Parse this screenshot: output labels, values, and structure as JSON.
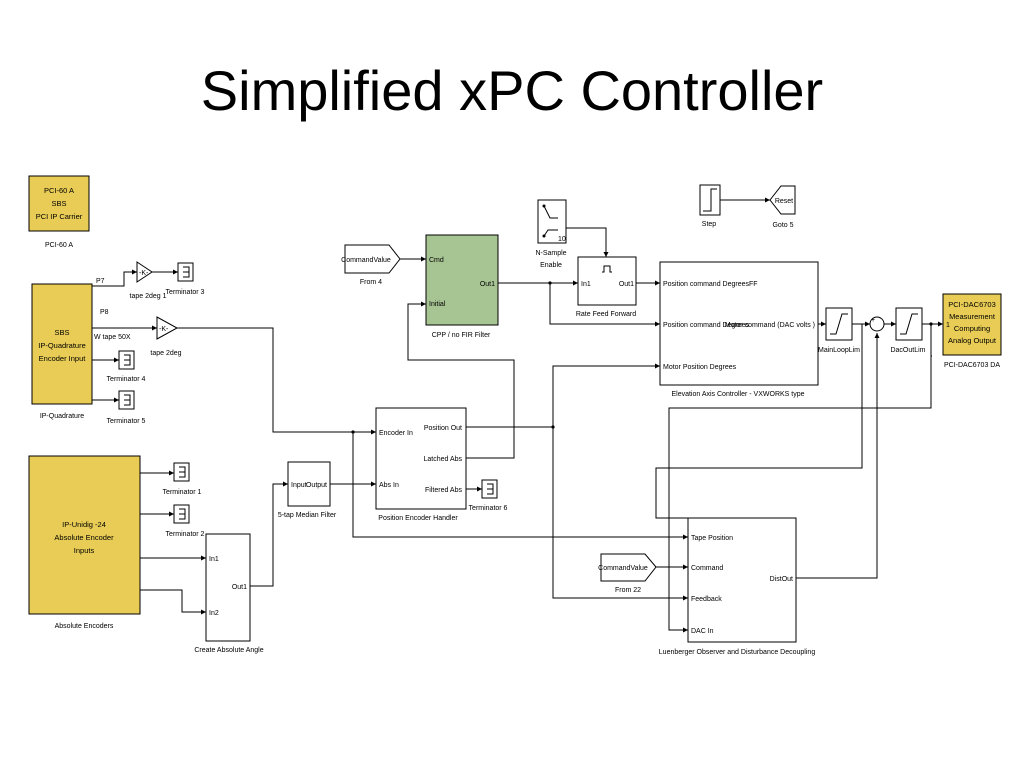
{
  "title": "Simplified xPC Controller",
  "blocks": {
    "pci60a": {
      "lines": [
        "PCI-60 A",
        "SBS",
        "PCI IP Carrier"
      ],
      "caption": "PCI-60 A"
    },
    "ipquad": {
      "lines": [
        "SBS",
        "IP-Quadrature",
        "Encoder Input"
      ],
      "caption": "IP-Quadrature",
      "port_p7": "P7",
      "port_p8": "P8"
    },
    "absenc": {
      "lines": [
        "IP-Unidig -24",
        "Absolute Encoder",
        "Inputs"
      ],
      "caption": "Absolute Encoders"
    },
    "pcidac": {
      "lines": [
        "PCI-DAC6703",
        "Measurement",
        "Computing",
        "Analog Output"
      ],
      "caption": "PCI-DAC6703  DA",
      "port": "1"
    },
    "gain1": {
      "glyph": "-K-",
      "caption": "tape 2deg 1"
    },
    "gain2": {
      "glyph": "-K-",
      "caption": "tape 2deg"
    },
    "wtape": "W tape  50X",
    "term3": "Terminator  3",
    "term4": "Terminator  4",
    "term5": "Terminator  5",
    "term1": "Terminator  1",
    "term2": "Terminator  2",
    "term6": "Terminator  6",
    "from4": {
      "value": "CommandValue",
      "caption": "From 4"
    },
    "from22": {
      "value": "CommandValue",
      "caption": "From 22"
    },
    "fir": {
      "in1": "Cmd",
      "in2": "Initial",
      "out": "Out1",
      "caption": "CPP / no FIR Filter"
    },
    "nsample": {
      "port": "10",
      "caption": [
        "N-Sample",
        "Enable"
      ]
    },
    "rff": {
      "in": "In1",
      "out": "Out1",
      "caption": "Rate Feed Forward"
    },
    "step": {
      "caption": "Step"
    },
    "goto5": {
      "value": "Reset",
      "caption": "Goto 5"
    },
    "elev": {
      "in1": "Position command  DegreesFF",
      "in2": "Position command  Degrees",
      "in3": "Motor Position Degrees",
      "out": "Motor command  (DAC volts )",
      "caption": "Elevation Axis Controller    - VXWORKS type"
    },
    "mainlooplim": "MainLoopLim",
    "sum": {
      "plus": "+",
      "minus": "-"
    },
    "dacoutlim": "DacOutLim",
    "median": {
      "in": "Input",
      "out": "Output",
      "caption": "5-tap Median Filter"
    },
    "peh": {
      "in1": "Encoder In",
      "in2": "Abs In",
      "out1": "Position Out",
      "out2": "Latched Abs",
      "out3": "Filtered Abs",
      "caption": "Position Encoder Handler"
    },
    "caa": {
      "in1": "In1",
      "in2": "In2",
      "out": "Out1",
      "caption": "Create Absolute Angle"
    },
    "luen": {
      "in1": "Tape Position",
      "in2": "Command",
      "in3": "Feedback",
      "in4": "DAC In",
      "out": "DistOut",
      "caption": "Luenberger Observer and Disturbance Decoupling"
    }
  }
}
